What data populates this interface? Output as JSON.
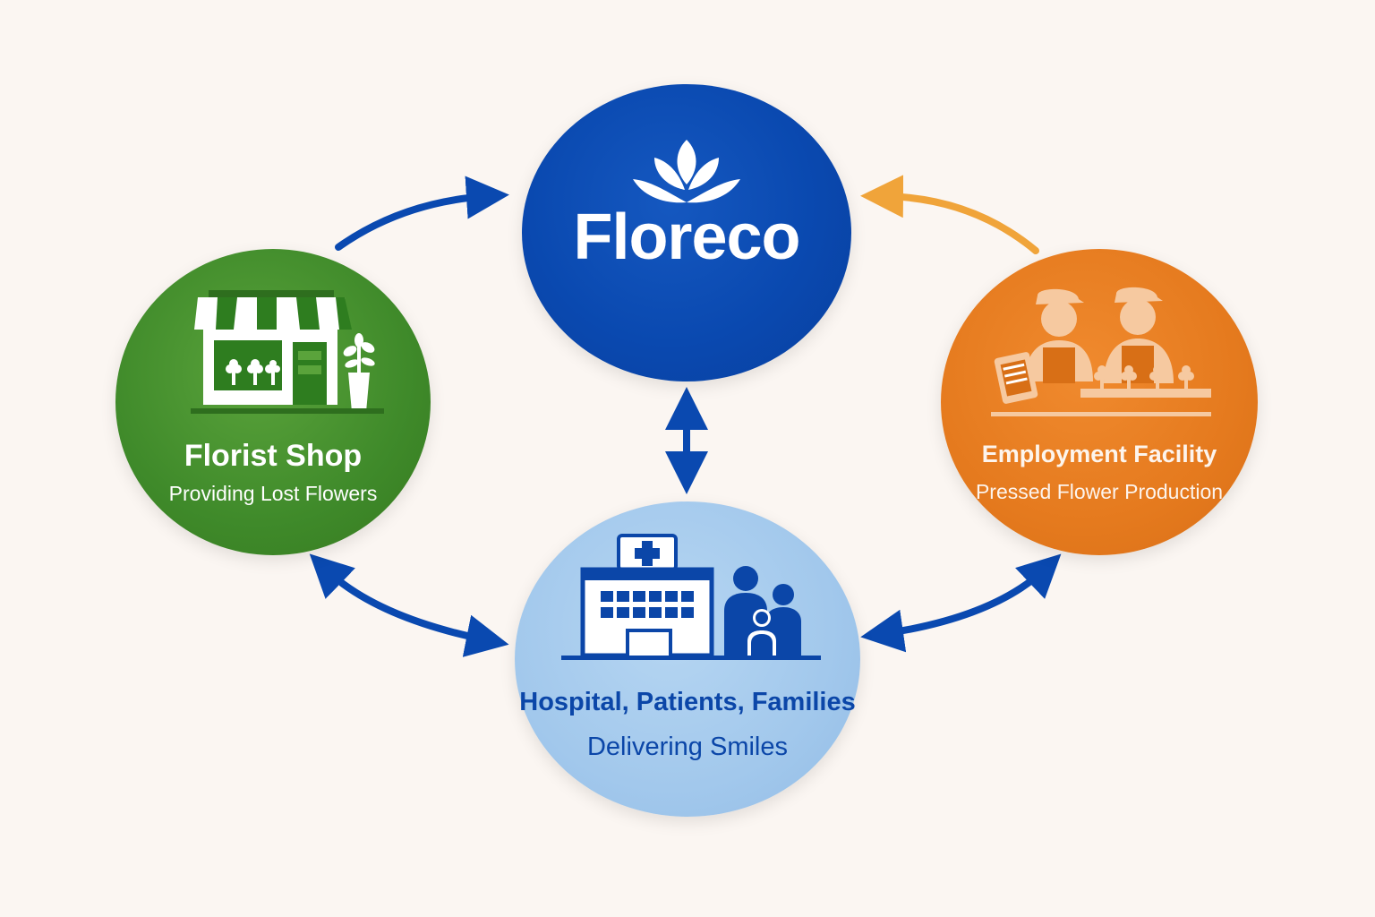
{
  "colors": {
    "background": "#fbf6f2",
    "brand_blue": "#0a49b0",
    "florist_green": "#3f8a2a",
    "employment_orange": "#e57a1e",
    "hospital_light_blue": "#a2c8ec",
    "arrow_blue": "#0a49b0",
    "arrow_orange": "#f0a43a"
  },
  "center": {
    "logo_text": "Floreco",
    "icon": "lotus-leaves-icon"
  },
  "left_node": {
    "title": "Florist Shop",
    "subtitle": "Providing Lost Flowers",
    "icon": "storefront-icon"
  },
  "right_node": {
    "title": "Employment Facility",
    "subtitle": "Pressed Flower Production",
    "icon": "workers-icon"
  },
  "bottom_node": {
    "title": "Hospital, Patients, Families",
    "subtitle": "Delivering Smiles",
    "icon": "hospital-family-icon"
  },
  "connections": [
    {
      "from": "Florist Shop",
      "to": "Floreco",
      "direction": "one-way",
      "color": "#0a49b0"
    },
    {
      "from": "Employment Facility",
      "to": "Floreco",
      "direction": "one-way",
      "color": "#f0a43a"
    },
    {
      "from": "Floreco",
      "to": "Hospital, Patients, Families",
      "direction": "two-way",
      "color": "#0a49b0"
    },
    {
      "from": "Florist Shop",
      "to": "Hospital, Patients, Families",
      "direction": "two-way",
      "color": "#0a49b0"
    },
    {
      "from": "Employment Facility",
      "to": "Hospital, Patients, Families",
      "direction": "two-way",
      "color": "#0a49b0"
    }
  ]
}
